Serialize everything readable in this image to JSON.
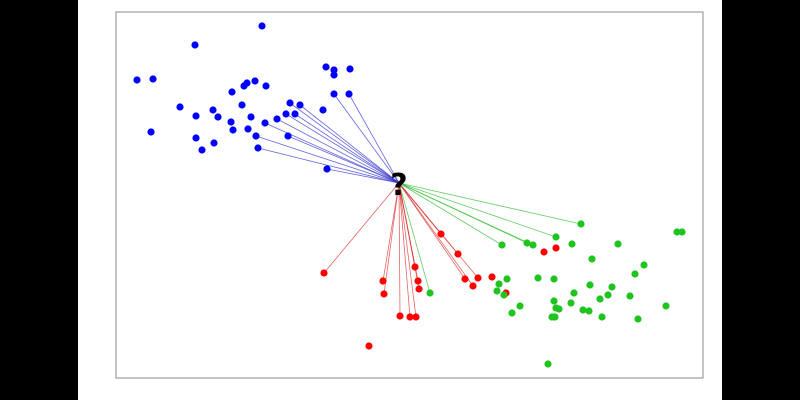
{
  "chart_data": {
    "type": "scatter",
    "title": "",
    "xlabel": "",
    "ylabel": "",
    "xlim": [
      0,
      5.87
    ],
    "ylim": [
      0,
      3.66
    ],
    "grid": false,
    "query_point": {
      "x": 2.83,
      "y": 1.95,
      "label": "?"
    },
    "series": [
      {
        "name": "blue",
        "color": "#0000ff",
        "line_color": "#3333cc",
        "points": [
          [
            1.46,
            3.52,
            0
          ],
          [
            0.79,
            3.33,
            0
          ],
          [
            0.21,
            2.98,
            0
          ],
          [
            0.37,
            2.99,
            0
          ],
          [
            2.1,
            3.11,
            0
          ],
          [
            2.18,
            3.08,
            0
          ],
          [
            2.18,
            3.03,
            0
          ],
          [
            2.34,
            3.09,
            0
          ],
          [
            1.31,
            2.95,
            0
          ],
          [
            1.28,
            2.92,
            0
          ],
          [
            1.39,
            2.97,
            0
          ],
          [
            1.5,
            2.92,
            0
          ],
          [
            1.16,
            2.86,
            0
          ],
          [
            2.18,
            2.84,
            1
          ],
          [
            2.33,
            2.84,
            1
          ],
          [
            0.64,
            2.71,
            0
          ],
          [
            1.26,
            2.73,
            0
          ],
          [
            1.74,
            2.75,
            1
          ],
          [
            1.84,
            2.73,
            1
          ],
          [
            0.97,
            2.68,
            0
          ],
          [
            0.8,
            2.62,
            0
          ],
          [
            1.02,
            2.61,
            0
          ],
          [
            1.35,
            2.61,
            0
          ],
          [
            1.7,
            2.64,
            1
          ],
          [
            1.79,
            2.64,
            1
          ],
          [
            2.07,
            2.68,
            0
          ],
          [
            1.15,
            2.56,
            0
          ],
          [
            1.49,
            2.55,
            1
          ],
          [
            1.61,
            2.59,
            1
          ],
          [
            1.17,
            2.48,
            0
          ],
          [
            1.32,
            2.49,
            0
          ],
          [
            1.4,
            2.42,
            1
          ],
          [
            1.72,
            2.42,
            1
          ],
          [
            0.35,
            2.46,
            0
          ],
          [
            0.8,
            2.4,
            0
          ],
          [
            0.98,
            2.35,
            0
          ],
          [
            0.86,
            2.28,
            0
          ],
          [
            1.42,
            2.3,
            1
          ],
          [
            2.11,
            2.09,
            1
          ]
        ]
      },
      {
        "name": "red",
        "color": "#ff0000",
        "line_color": "#dd3333",
        "points": [
          [
            2.08,
            1.05,
            1
          ],
          [
            2.67,
            0.97,
            1
          ],
          [
            2.68,
            0.84,
            1
          ],
          [
            2.99,
            1.11,
            1
          ],
          [
            3.02,
            0.97,
            1
          ],
          [
            3.03,
            0.89,
            1
          ],
          [
            2.84,
            0.62,
            1
          ],
          [
            2.94,
            0.61,
            1
          ],
          [
            3.0,
            0.61,
            1
          ],
          [
            3.25,
            1.44,
            1
          ],
          [
            3.42,
            1.24,
            1
          ],
          [
            3.49,
            0.99,
            1
          ],
          [
            3.62,
            1.0,
            1
          ],
          [
            3.57,
            0.92,
            1
          ],
          [
            3.76,
            1.01,
            0
          ],
          [
            3.9,
            0.85,
            0
          ],
          [
            4.28,
            1.26,
            0
          ],
          [
            4.4,
            1.3,
            0
          ],
          [
            2.53,
            0.32,
            0
          ]
        ]
      },
      {
        "name": "green",
        "color": "#1fc41f",
        "line_color": "#33bb33",
        "points": [
          [
            4.65,
            1.54,
            1
          ],
          [
            4.4,
            1.41,
            1
          ],
          [
            4.11,
            1.35,
            1
          ],
          [
            4.17,
            1.33,
            1
          ],
          [
            3.86,
            1.33,
            1
          ],
          [
            3.14,
            0.85,
            1
          ],
          [
            4.56,
            1.34,
            0
          ],
          [
            5.02,
            1.34,
            0
          ],
          [
            5.61,
            1.46,
            0
          ],
          [
            5.66,
            1.46,
            0
          ],
          [
            4.76,
            1.19,
            0
          ],
          [
            5.28,
            1.13,
            0
          ],
          [
            5.19,
            1.04,
            0
          ],
          [
            3.91,
            0.99,
            0
          ],
          [
            3.83,
            0.94,
            0
          ],
          [
            4.22,
            1.0,
            0
          ],
          [
            4.38,
            0.99,
            0
          ],
          [
            3.81,
            0.87,
            0
          ],
          [
            3.88,
            0.83,
            0
          ],
          [
            4.74,
            0.93,
            0
          ],
          [
            4.96,
            0.91,
            0
          ],
          [
            4.58,
            0.85,
            0
          ],
          [
            4.92,
            0.83,
            0
          ],
          [
            4.84,
            0.79,
            0
          ],
          [
            5.14,
            0.82,
            0
          ],
          [
            4.04,
            0.72,
            0
          ],
          [
            3.96,
            0.65,
            0
          ],
          [
            4.38,
            0.77,
            0
          ],
          [
            4.55,
            0.75,
            0
          ],
          [
            4.4,
            0.7,
            0
          ],
          [
            4.43,
            0.69,
            0
          ],
          [
            4.67,
            0.68,
            0
          ],
          [
            4.73,
            0.67,
            0
          ],
          [
            4.36,
            0.61,
            0
          ],
          [
            4.39,
            0.61,
            0
          ],
          [
            4.86,
            0.61,
            0
          ],
          [
            5.22,
            0.59,
            0
          ],
          [
            5.5,
            0.72,
            0
          ],
          [
            4.32,
            0.14,
            0
          ]
        ]
      }
    ]
  }
}
